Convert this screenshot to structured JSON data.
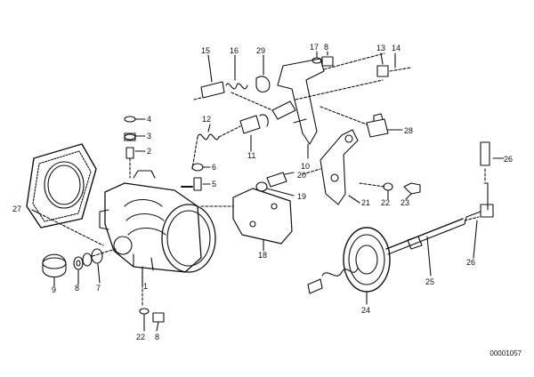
{
  "diagram": {
    "code": "00001057",
    "labels": {
      "l1": "1",
      "l2": "2",
      "l3": "3",
      "l4": "4",
      "l5": "5",
      "l6": "6",
      "l7": "7",
      "l8a": "8",
      "l8b": "8",
      "l8c": "8",
      "l9": "9",
      "l10": "10",
      "l11": "11",
      "l12": "12",
      "l13": "13",
      "l14": "14",
      "l15": "15",
      "l16": "16",
      "l17": "17",
      "l18": "18",
      "l19": "19",
      "l20": "20",
      "l21": "21",
      "l22a": "22",
      "l22b": "22",
      "l23": "23",
      "l24": "24",
      "l25": "25",
      "l26a": "26",
      "l26b": "26",
      "l27": "27",
      "l28": "28",
      "l29": "29"
    }
  }
}
